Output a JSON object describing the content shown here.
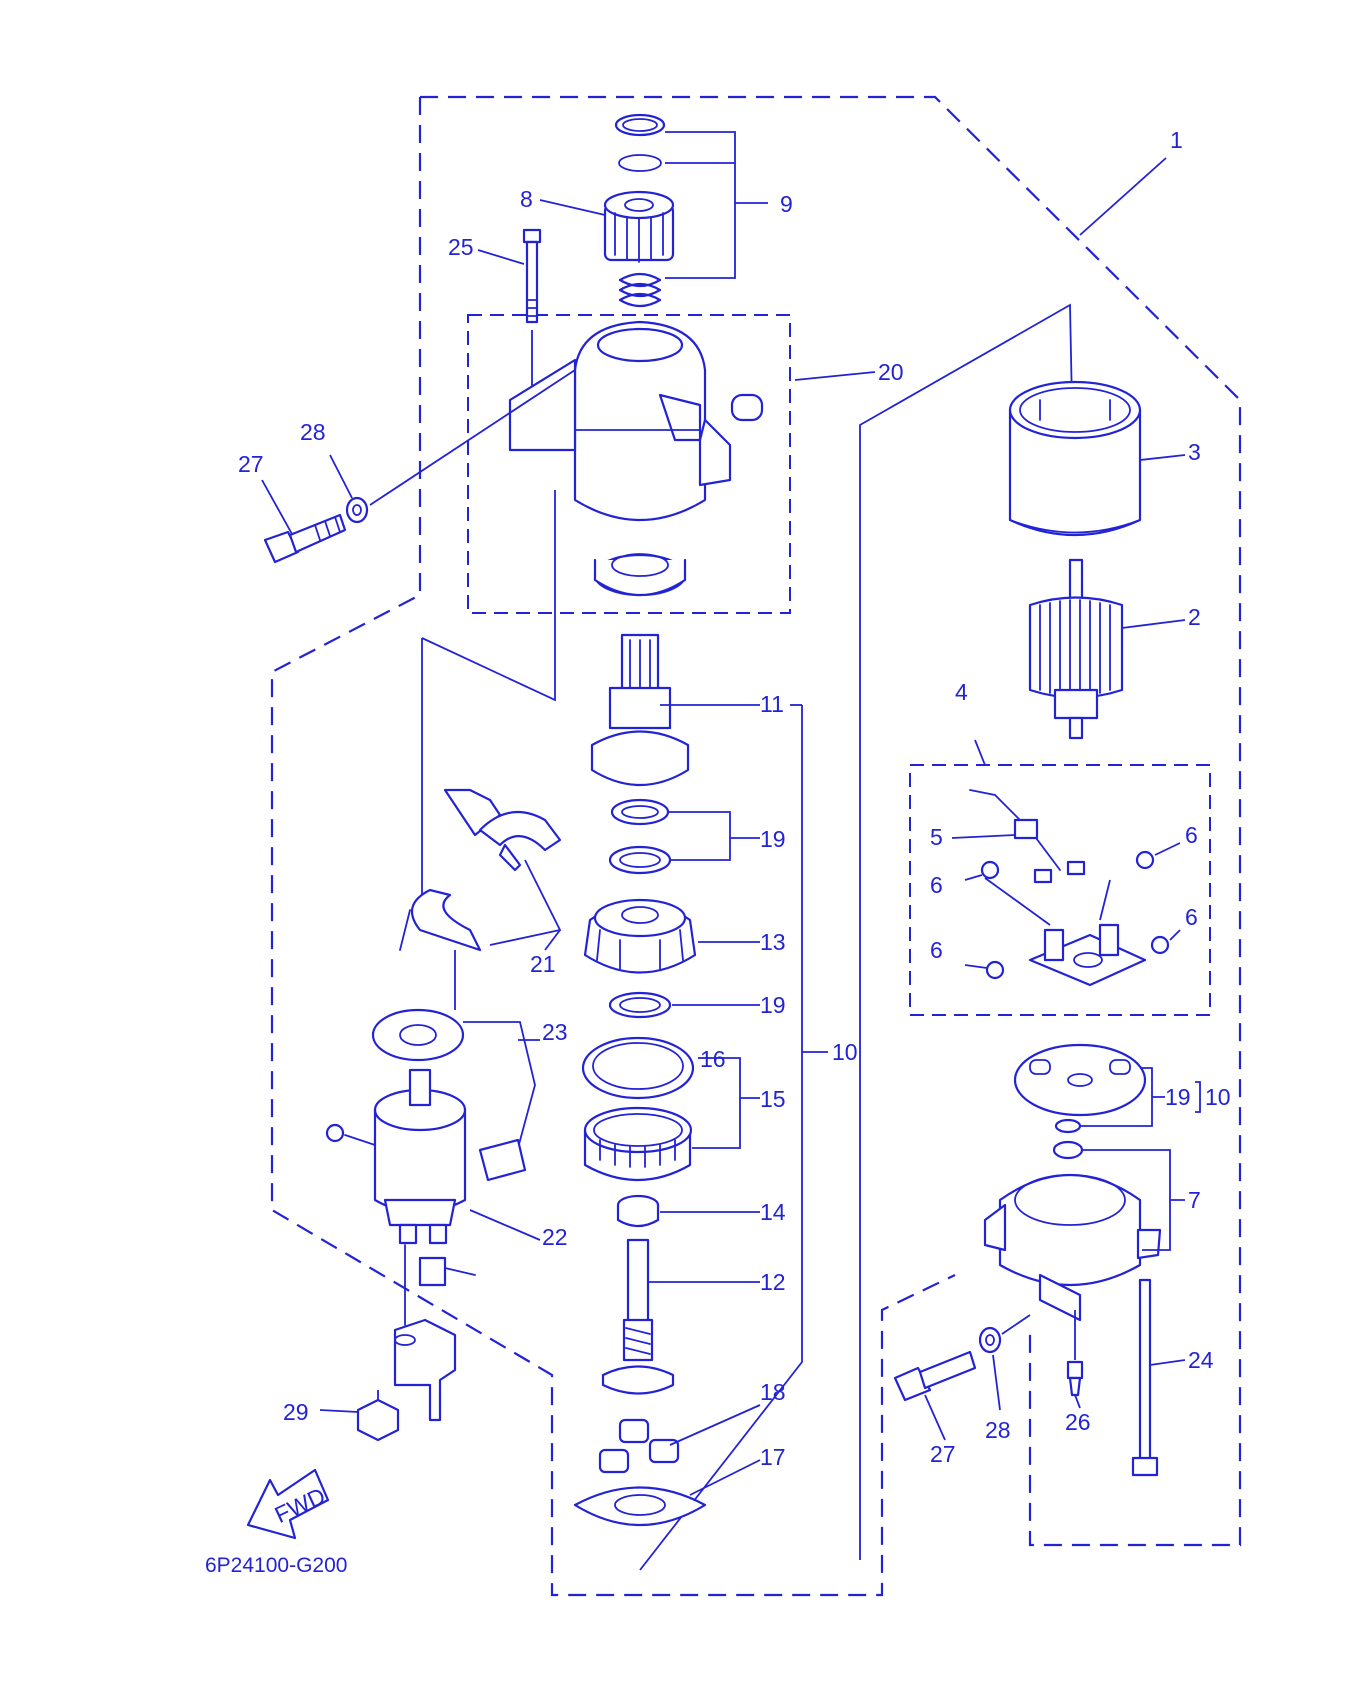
{
  "diagram_code": "6P24100-G200",
  "fwd_label": "FWD",
  "callouts": {
    "c1": "1",
    "c2": "2",
    "c3": "3",
    "c4": "4",
    "c5": "5",
    "c6a": "6",
    "c6b": "6",
    "c6c": "6",
    "c6d": "6",
    "c7": "7",
    "c8": "8",
    "c9": "9",
    "c10a": "10",
    "c10b": "10",
    "c11": "11",
    "c12": "12",
    "c13": "13",
    "c14": "14",
    "c15": "15",
    "c16": "16",
    "c17": "17",
    "c18": "18",
    "c19a": "19",
    "c19b": "19",
    "c19c": "19",
    "c20": "20",
    "c21": "21",
    "c22": "22",
    "c23": "23",
    "c24": "24",
    "c25": "25",
    "c26": "26",
    "c27a": "27",
    "c27b": "27",
    "c28a": "28",
    "c28b": "28",
    "c29": "29"
  },
  "colors": {
    "line": "#2323d6",
    "background": "#ffffff"
  }
}
